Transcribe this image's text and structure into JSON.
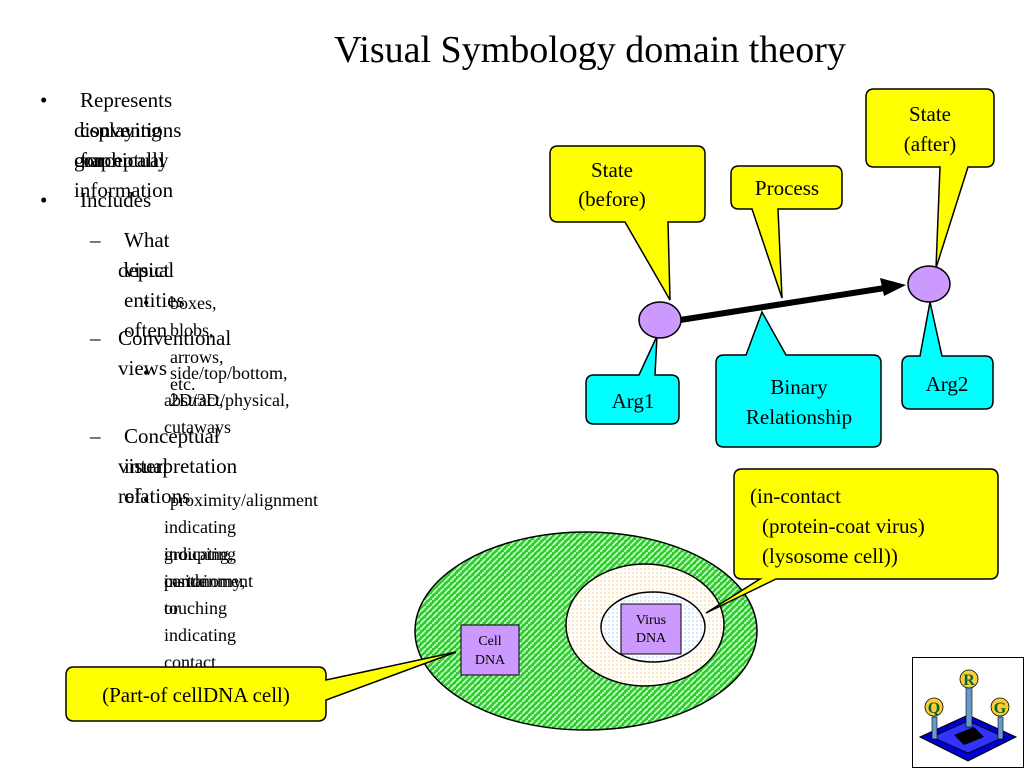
{
  "title": "Visual Symbology domain theory",
  "bullets": {
    "b1_marker": "•",
    "b1_lines": [
      "Represents conventions for",
      "displaying conceptual information",
      "graphically"
    ],
    "b2_marker": "•",
    "b2_text": "Includes",
    "dash": "–",
    "small_dot": "•",
    "sub1_lines": [
      "What visual entities often",
      "depict"
    ],
    "sub1_item": "boxes, blobs, arrows, etc.",
    "sub2_text": "Conventional views",
    "sub2_item_lines": [
      "side/top/bottom, 2D/3D,",
      "abstract/physical, cutaways"
    ],
    "sub3_lines": [
      "Conceptual interpretation of",
      "visual relations"
    ],
    "sub3_item_lines": [
      "proximity/alignment",
      "indicating grouping, inside",
      "indicating containment or",
      "partonomy,",
      "touching indicating contact"
    ]
  },
  "diagram": {
    "state_before": [
      "State",
      "(before)"
    ],
    "process": "Process",
    "state_after": [
      "State",
      "(after)"
    ],
    "arg1": "Arg1",
    "binary_relationship": [
      "Binary",
      "Relationship"
    ],
    "arg2": "Arg2",
    "in_contact": [
      "(in-contact",
      "(protein-coat virus)",
      "(lysosome cell))"
    ],
    "cell_dna": [
      "Cell",
      "DNA"
    ],
    "virus_dna": [
      "Virus",
      "DNA"
    ],
    "part_of": "(Part-of  cellDNA cell)",
    "logo_letters": [
      "R",
      "Q",
      "G"
    ]
  },
  "colors": {
    "callout_yellow": "#ffff00",
    "callout_cyan": "#00ffff",
    "node_purple": "#cc99ff",
    "cell_green": "#33cc33",
    "logo_blue": "#0000cc"
  }
}
